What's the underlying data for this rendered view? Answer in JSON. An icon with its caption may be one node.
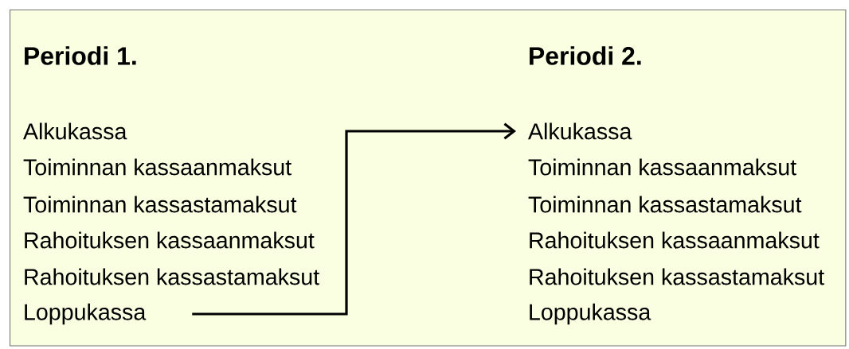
{
  "diagram": {
    "nodes": [
      {
        "text": [],
        "shape": "box"
      },
      {
        "text": [
          "Loppukassa"
        ],
        "in": 0
      },
      {
        "text": [
          "Alkukassa"
        ],
        "in": 0
      }
    ],
    "edges": [
      {
        "from": 1,
        "to": 2,
        "arrow": "to"
      }
    ],
    "labels": [
      "Periodi 1.",
      "Alkukassa",
      "Toiminnan kassaanmaksut",
      "Toiminnan kassastamaksut",
      "Rahoituksen kassaanmaksut",
      "Rahoituksen kassastamaksut",
      "Periodi 2.",
      "Toiminnan kassaanmaksut",
      "Toiminnan kassastamaksut",
      "Rahoituksen kassaanmaksut",
      "Rahoituksen kassastamaksut",
      "Loppukassa"
    ]
  }
}
